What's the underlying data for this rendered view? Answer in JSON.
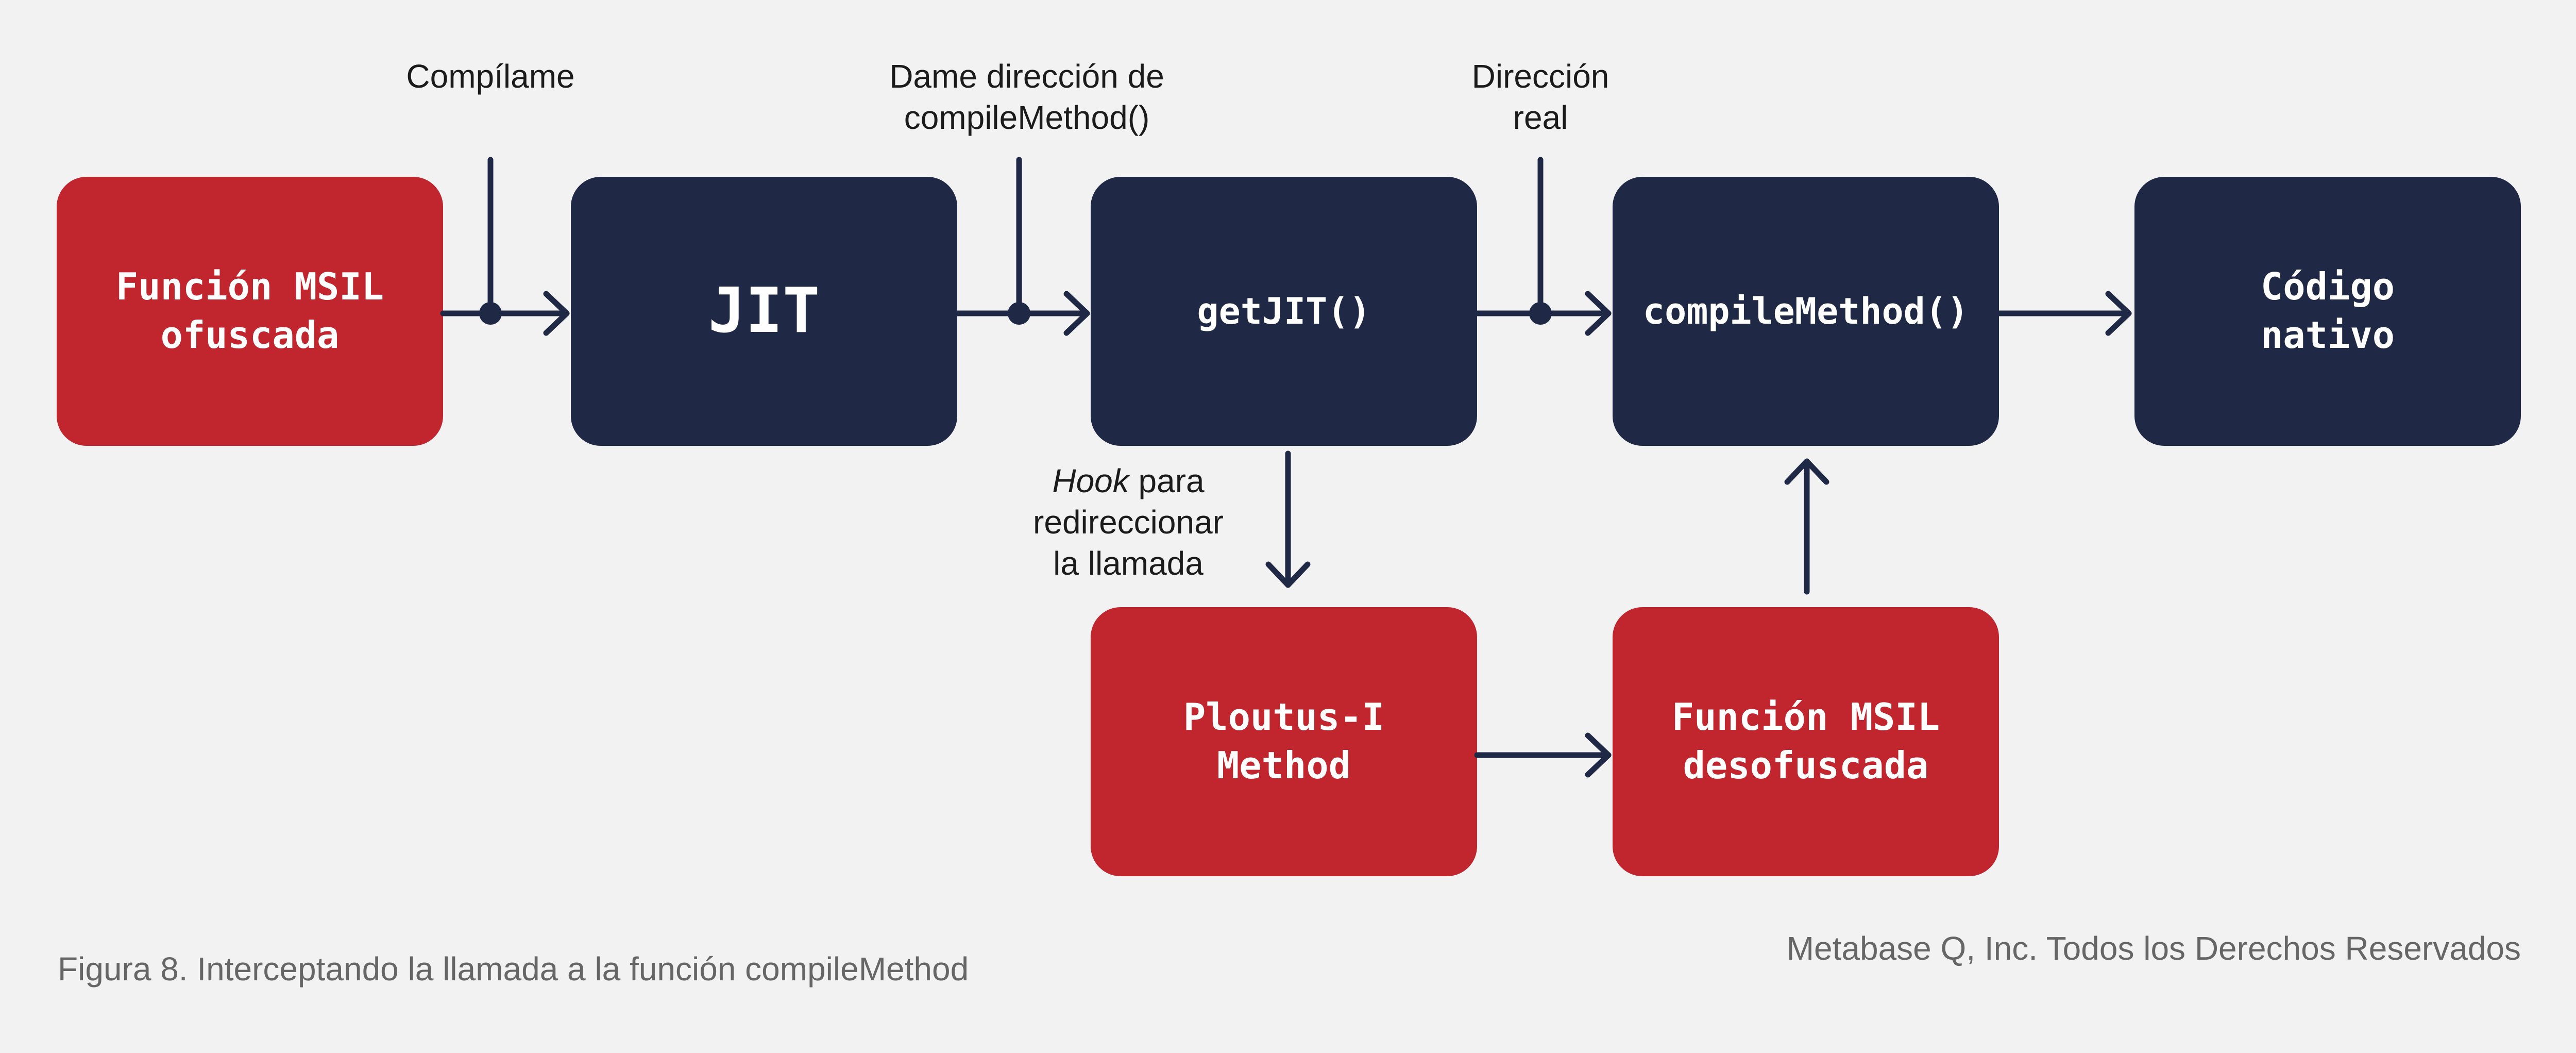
{
  "nodes": {
    "msil_obf": "Función MSIL\nofuscada",
    "jit": "JIT",
    "getjit": "getJIT()",
    "compile": "compileMethod()",
    "native": "Código\nnativo",
    "ploutus": "Ploutus-I\nMethod",
    "msil_deobf": "Función MSIL\ndesofuscada"
  },
  "labels": {
    "compilame": "Compílame",
    "dame": "Dame dirección de\ncompileMethod()",
    "direccion": "Dirección\nreal",
    "hook_word": "Hook",
    "hook_rest": " para\nredireccionar\nla llamada"
  },
  "footer": {
    "caption": "Figura 8. Interceptando la llamada a la función compileMethod",
    "copyright": "Metabase Q, Inc. Todos los Derechos Reservados"
  },
  "colors": {
    "red": "#c1262f",
    "navy": "#1f2946",
    "line": "#1f2946",
    "background": "#f2f2f2"
  }
}
